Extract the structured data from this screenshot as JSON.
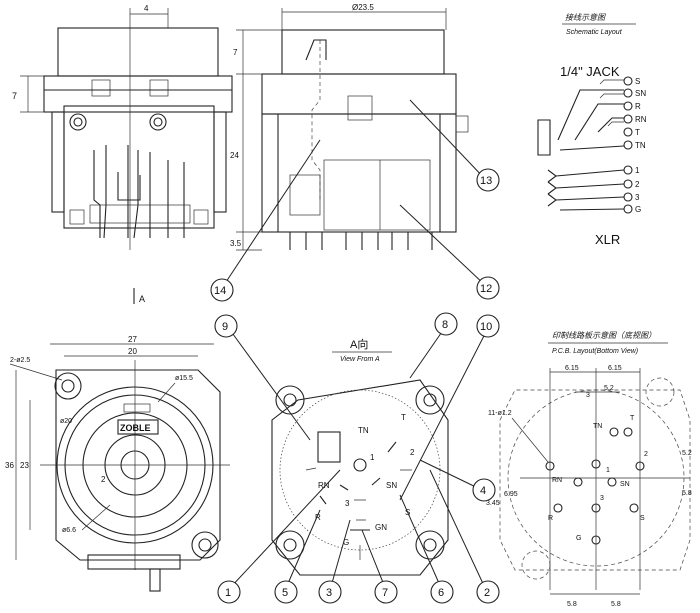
{
  "dimensions": {
    "front_top_width": "4",
    "front_left_height": "7",
    "side_top_width": "Ø23.5",
    "side_height_top": "7",
    "side_height_mid": "24",
    "side_height_bottom": "3.5",
    "view_mark": "A",
    "bottom_width_outer": "27",
    "bottom_width_inner": "20",
    "bottom_hole": "2-ø2.5",
    "bottom_dia_large": "ø15.5",
    "bottom_dia_mid": "ø20",
    "bottom_dia_small": "ø6.6",
    "bottom_height_outer": "36",
    "bottom_height_inner": "23",
    "bottom_pin_label": "2",
    "pcb_top_left": "6.15",
    "pcb_top_right": "6.15",
    "pcb_mid": "5.2",
    "pcb_small": "3",
    "pcb_holes": "11-ø1.2",
    "pcb_v_left": "6.95",
    "pcb_v_right1": "5.2",
    "pcb_v_right2": "5.8",
    "pcb_v_far": "3.45",
    "pcb_bottom_left": "5.8",
    "pcb_bottom_right": "5.8"
  },
  "schematic": {
    "title_cn": "接线示意图",
    "title_en": "Schematic Layout",
    "jack_title": "1/4\" JACK",
    "jack_pins": [
      "S",
      "SN",
      "R",
      "RN",
      "T",
      "TN"
    ],
    "xlr_pins": [
      "1",
      "2",
      "3",
      "G"
    ],
    "xlr_title": "XLR"
  },
  "view_a": {
    "title_cn": "A向",
    "title_en": "View From A",
    "pin_labels": [
      "TN",
      "T",
      "RN",
      "R",
      "SN",
      "S",
      "GN",
      "G",
      "1",
      "2",
      "3"
    ]
  },
  "pcb": {
    "title_cn": "印制线路板示意图（底视图）",
    "title_en": "P.C.B. Layout(Bottom View)",
    "pin_labels": [
      "TN",
      "T",
      "RN",
      "R",
      "SN",
      "S",
      "G",
      "1",
      "2",
      "3"
    ]
  },
  "callouts": [
    "1",
    "2",
    "3",
    "4",
    "5",
    "6",
    "7",
    "8",
    "9",
    "10",
    "12",
    "13",
    "14"
  ],
  "brand_mark": "ZOBLE"
}
